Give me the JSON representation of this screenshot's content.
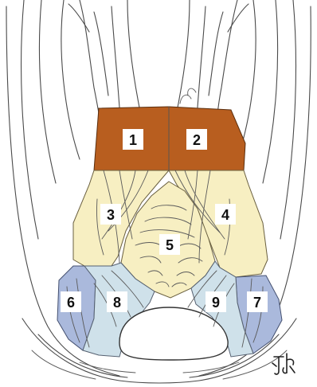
{
  "regions": [
    {
      "label": "1",
      "color": "#b85e1f"
    },
    {
      "label": "2",
      "color": "#b85e1f"
    },
    {
      "label": "3",
      "color": "#f7efc2"
    },
    {
      "label": "4",
      "color": "#f7efc2"
    },
    {
      "label": "5",
      "color": "#f7efc2"
    },
    {
      "label": "6",
      "color": "#aab9dc"
    },
    {
      "label": "7",
      "color": "#aab9dc"
    },
    {
      "label": "8",
      "color": "#cfe1ea"
    },
    {
      "label": "9",
      "color": "#cfe1ea"
    }
  ],
  "line_color": "#4a4a4a",
  "signature_icon": "artist-signature-mark"
}
